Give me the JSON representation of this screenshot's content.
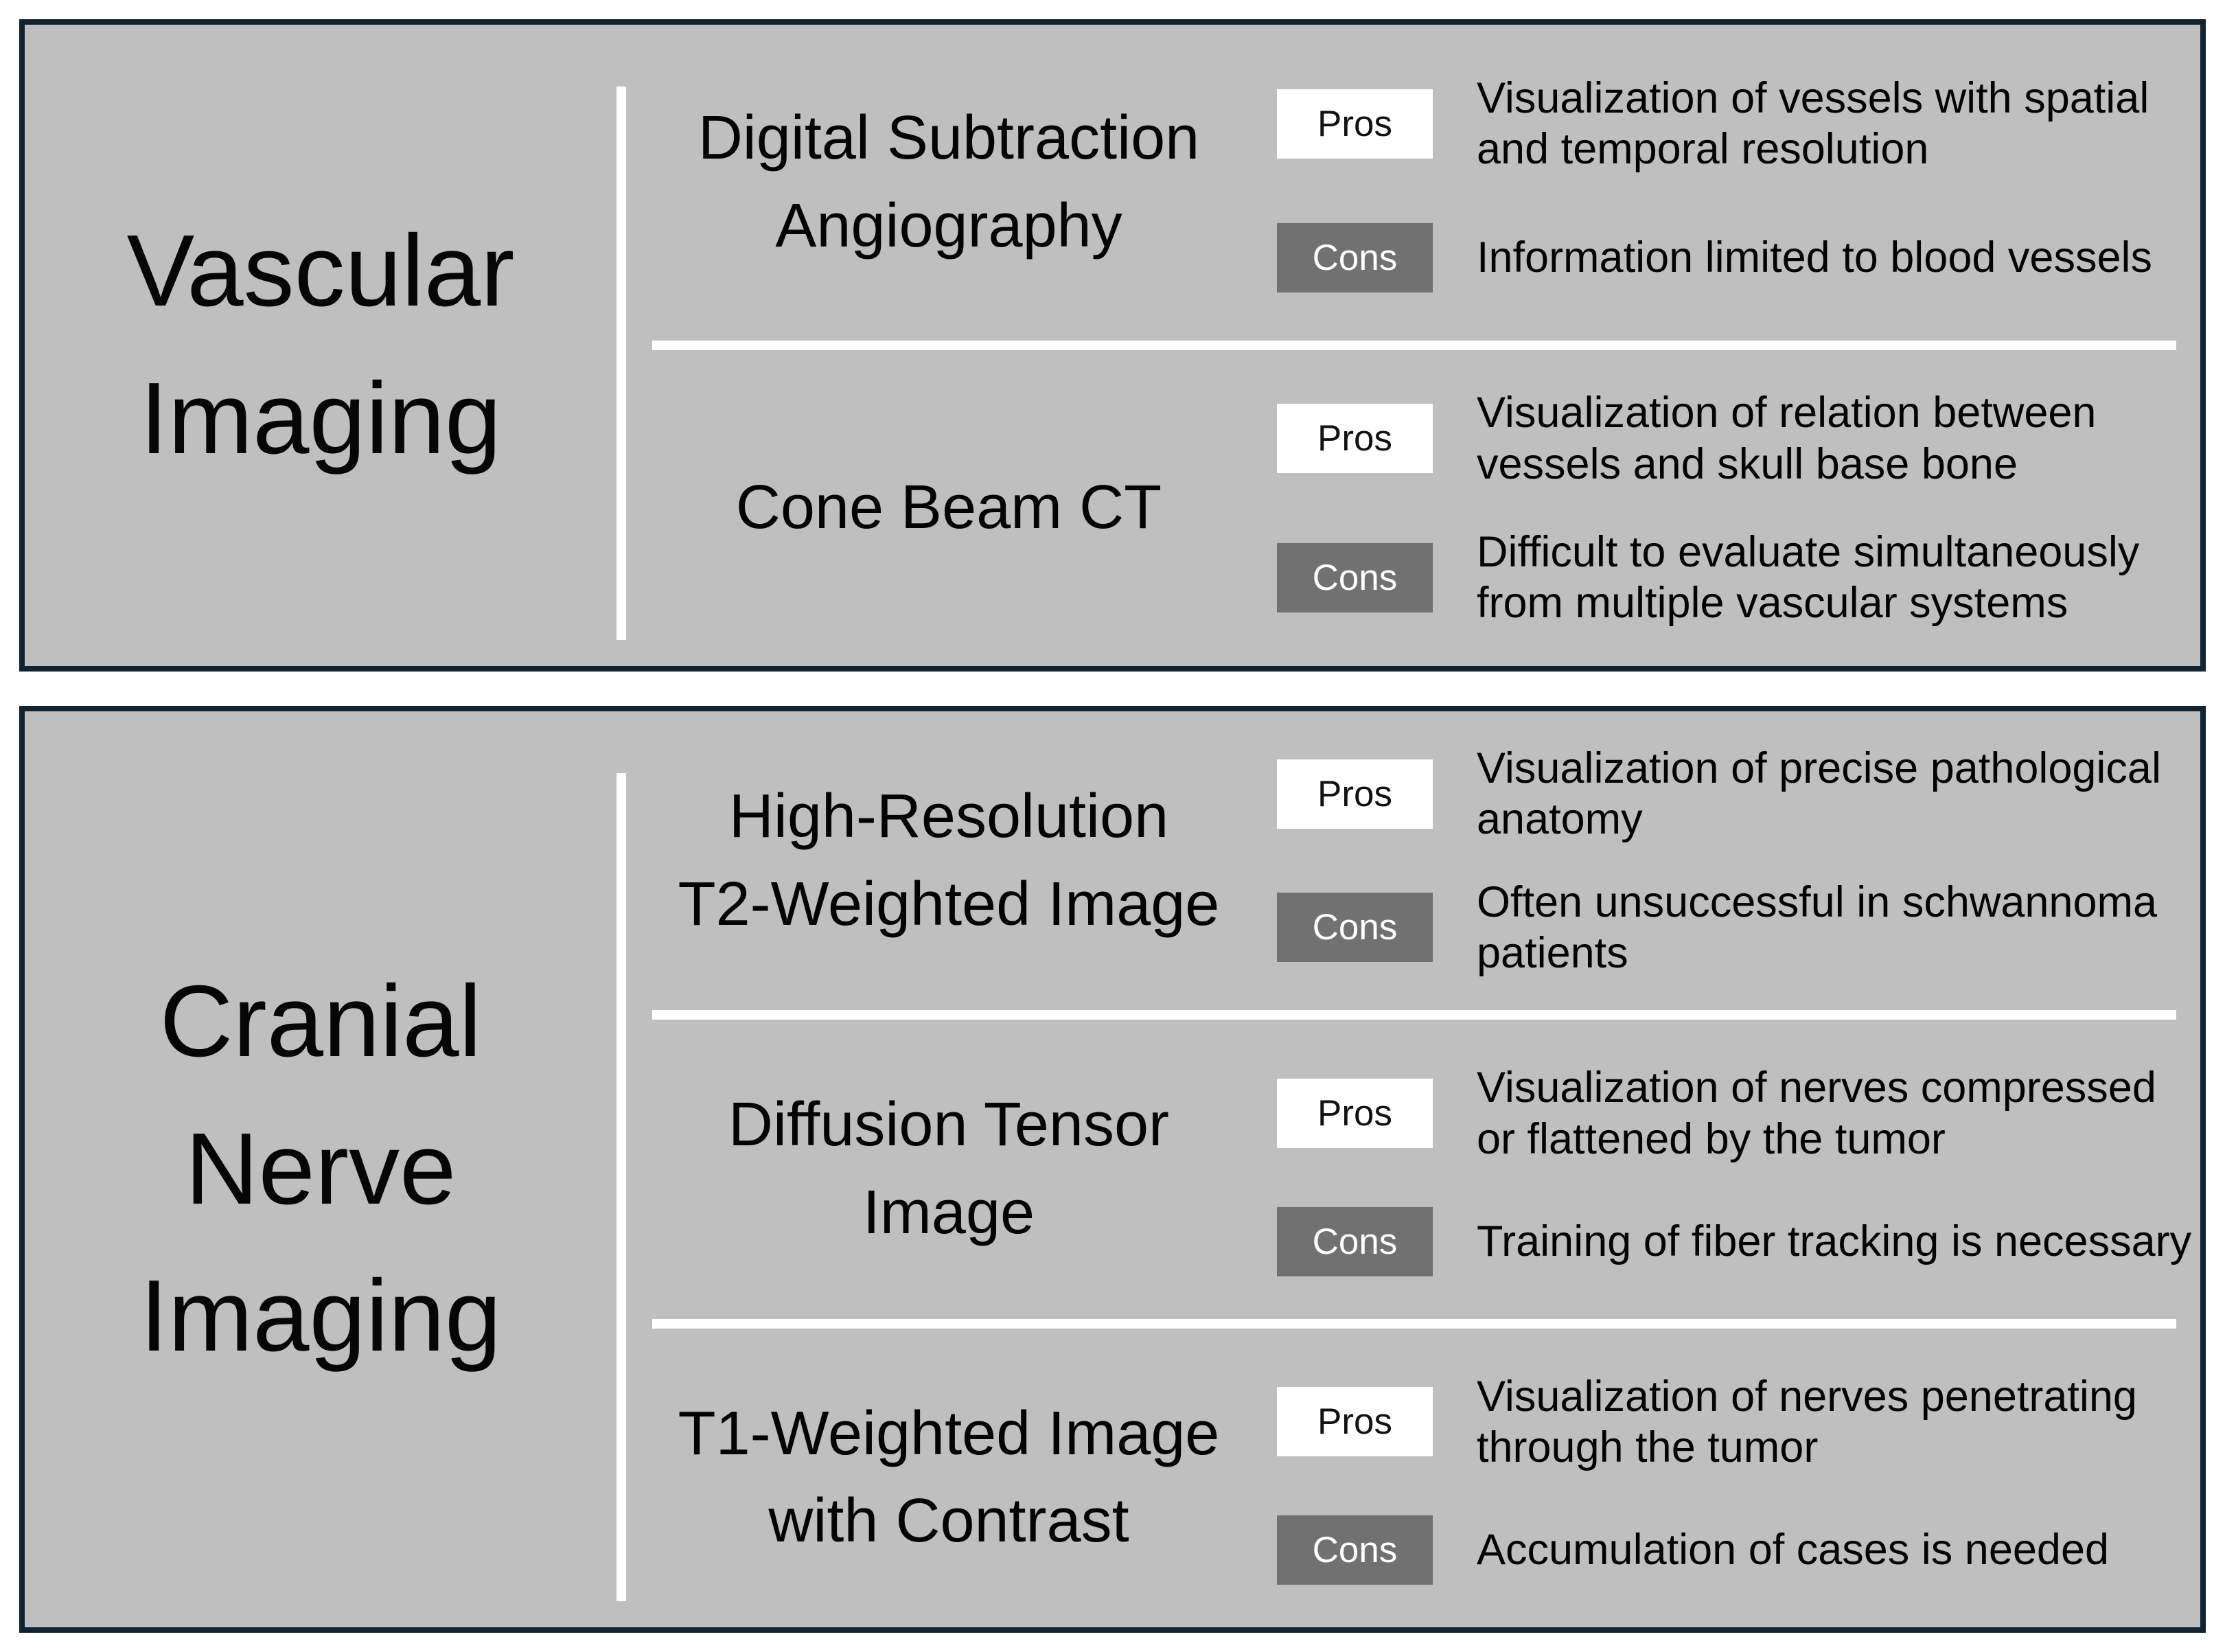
{
  "style": {
    "page_background": "#ffffff",
    "panel_background": "#bfbfbf",
    "panel_border": "#12222e",
    "divider_color": "#ffffff",
    "pros_badge_background": "#ffffff",
    "pros_badge_text_color": "#111111",
    "cons_badge_background": "#717171",
    "cons_badge_text_color": "#ffffff"
  },
  "labels": {
    "pros": "Pros",
    "cons": "Cons"
  },
  "panels": [
    {
      "title": "Vascular Imaging",
      "title_lines": [
        "Vascular",
        "Imaging"
      ],
      "rows": [
        {
          "modality": "Digital Subtraction Angiography",
          "modality_lines": [
            "Digital Subtraction",
            "Angiography"
          ],
          "pros_text": "Visualization of vessels with spatial and temporal resolution",
          "cons_text": "Information limited to blood vessels"
        },
        {
          "modality": "Cone Beam CT",
          "modality_lines": [
            "Cone Beam CT"
          ],
          "pros_text": "Visualization of relation between vessels and skull base bone",
          "cons_text": "Difficult to evaluate simultaneously from multiple vascular systems"
        }
      ]
    },
    {
      "title": "Cranial Nerve Imaging",
      "title_lines": [
        "Cranial",
        "Nerve",
        "Imaging"
      ],
      "rows": [
        {
          "modality": "High-Resolution T2-Weighted Image",
          "modality_lines": [
            "High-Resolution",
            "T2-Weighted Image"
          ],
          "pros_text": "Visualization of precise pathological anatomy",
          "cons_text": "Often unsuccessful in schwannoma patients"
        },
        {
          "modality": "Diffusion Tensor Image",
          "modality_lines": [
            "Diffusion Tensor",
            "Image"
          ],
          "pros_text": "Visualization of nerves compressed or flattened by the tumor",
          "cons_text": "Training of fiber tracking is necessary"
        },
        {
          "modality": "T1-Weighted Image with Contrast",
          "modality_lines": [
            "T1-Weighted Image",
            "with Contrast"
          ],
          "pros_text": "Visualization of nerves penetrating through the tumor",
          "cons_text": "Accumulation of cases is needed"
        }
      ]
    }
  ]
}
